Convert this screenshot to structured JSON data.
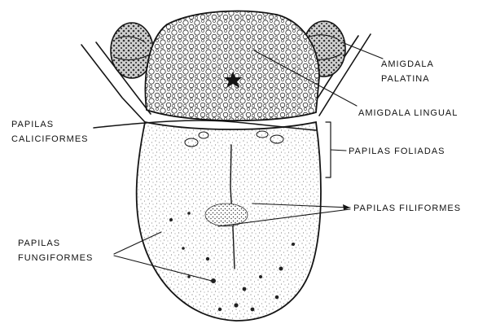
{
  "labels": {
    "amigdala_palatina": [
      "AMIGDALA",
      "PALATINA"
    ],
    "amigdala_lingual": "AMIGDALA LINGUAL",
    "papilas_caliciformes": [
      "PAPILAS",
      "CALICIFORMES"
    ],
    "papilas_foliadas": "PAPILAS FOLIADAS",
    "papilas_filiformes": "PAPILAS FILIFORMES",
    "papilas_fungiformes": [
      "PAPILAS",
      "FUNGIFORMES"
    ]
  },
  "colors": {
    "ink": "#151515",
    "background": "#ffffff"
  }
}
